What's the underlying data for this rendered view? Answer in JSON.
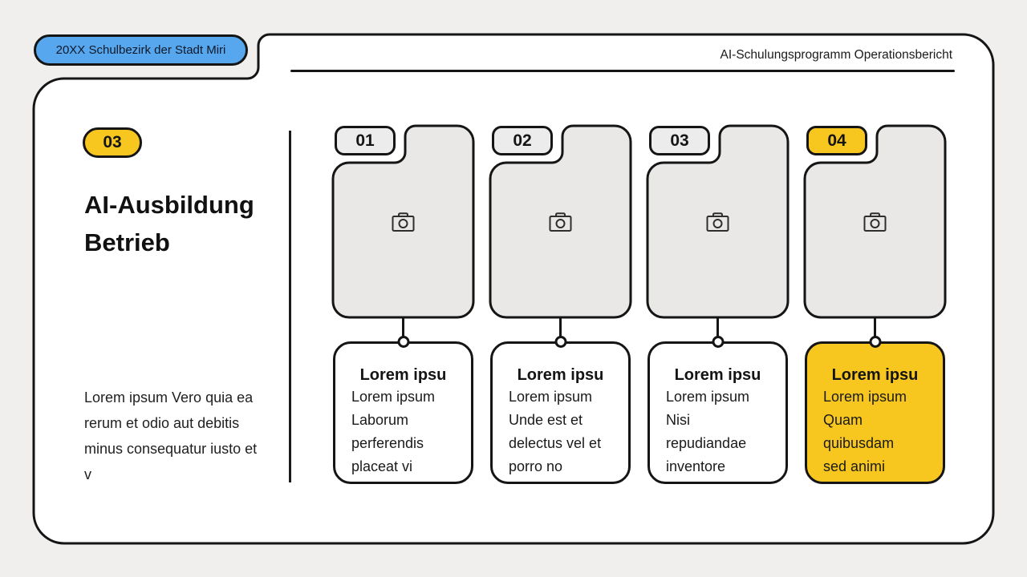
{
  "header": {
    "badge": "20XX Schulbezirk der Stadt Miri",
    "report_title": "AI-Schulungsprogramm Operationsbericht"
  },
  "sidebar": {
    "number_badge": "03",
    "title": "AI-Ausbildung\nBetrieb",
    "description": "Lorem ipsum Vero quia ea\nrerum et odio aut debitis\nminus consequatur iusto et\nv"
  },
  "columns": [
    {
      "number": "01",
      "card_title": "Lorem ipsu",
      "card_body": "Lorem ipsum\nLaborum\nperferendis\nplaceat vi",
      "highlight": false
    },
    {
      "number": "02",
      "card_title": "Lorem ipsu",
      "card_body": "Lorem ipsum\nUnde est et\ndelectus vel et\nporro no",
      "highlight": false
    },
    {
      "number": "03",
      "card_title": "Lorem ipsu",
      "card_body": "Lorem ipsum Nisi\nrepudiandae\ninventore",
      "highlight": false
    },
    {
      "number": "04",
      "card_title": "Lorem ipsu",
      "card_body": "Lorem ipsum\nQuam quibusdam\nsed animi",
      "highlight": true
    }
  ],
  "icons": {
    "placeholder": "camera-icon"
  },
  "colors": {
    "accent_blue": "#57a7ef",
    "accent_yellow": "#f7c720",
    "card_gray": "#e9e8e7",
    "ink": "#151515",
    "background": "#f0efee"
  }
}
